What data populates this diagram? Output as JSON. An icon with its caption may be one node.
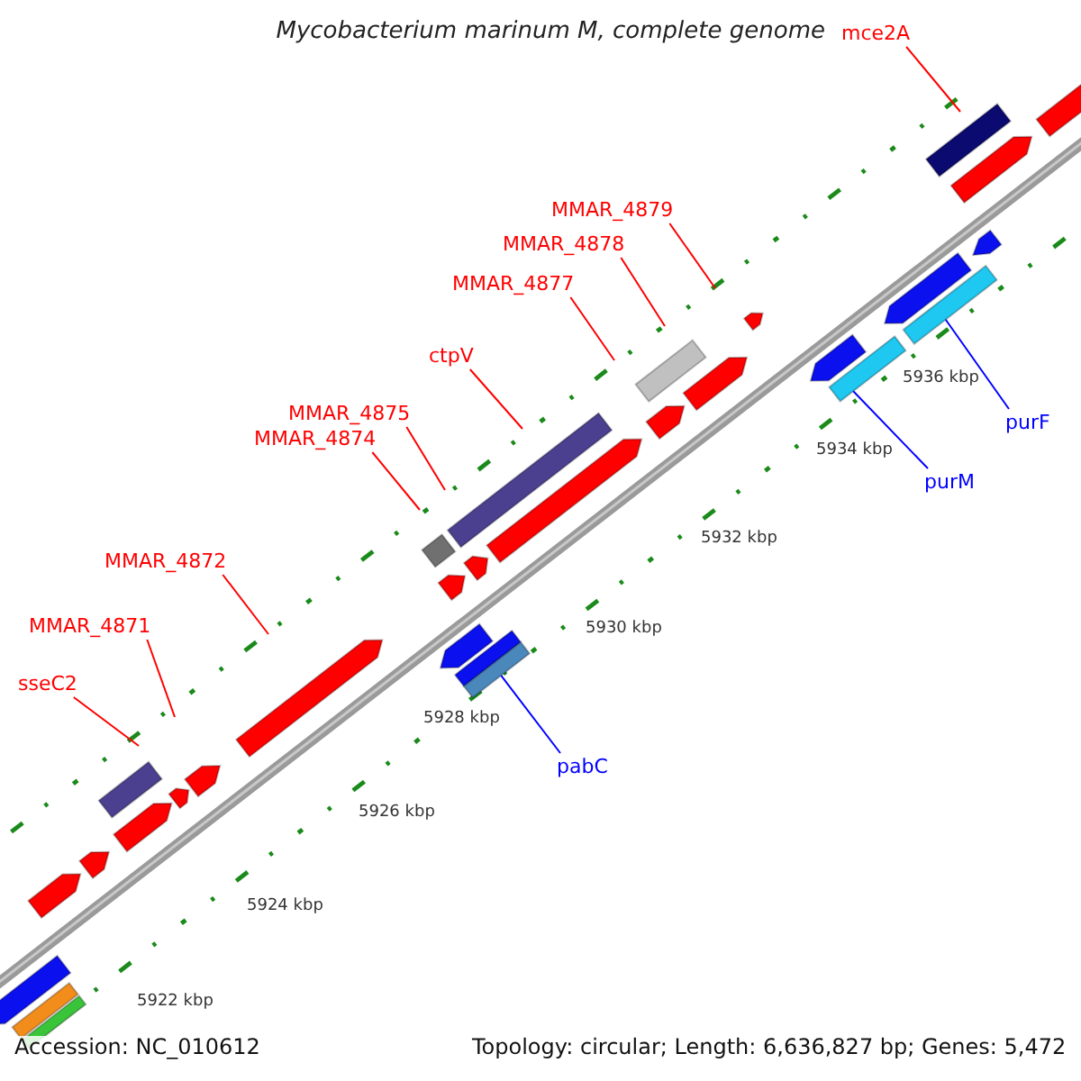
{
  "diagram": {
    "title": "Mycobacterium marinum M, complete genome",
    "nodes": [
      {
        "text": [
          "mce2A"
        ]
      },
      {
        "text": [
          "MMAR_4879"
        ]
      },
      {
        "text": [
          "MMAR_4878"
        ]
      },
      {
        "text": [
          "MMAR_4877"
        ]
      },
      {
        "text": [
          "ctpV"
        ]
      },
      {
        "text": [
          "MMAR_4875"
        ]
      },
      {
        "text": [
          "purF"
        ]
      },
      {
        "text": [
          "MMAR_4874"
        ]
      },
      {
        "text": [
          "purM"
        ]
      },
      {
        "text": [
          "MMAR_4872"
        ]
      },
      {
        "text": [
          "MMAR_4871"
        ]
      },
      {
        "text": [
          "sseC2"
        ]
      },
      {
        "text": [
          "pabC"
        ]
      },
      {
        "text": [],
        "shape": "bar"
      },
      {
        "text": [],
        "shape": "bar"
      },
      {
        "text": [],
        "shape": "bar"
      }
    ],
    "edges": [
      {
        "from": 0,
        "to": null,
        "arrow": "none"
      },
      {
        "from": 1,
        "to": null,
        "arrow": "none"
      },
      {
        "from": 2,
        "to": null,
        "arrow": "none"
      },
      {
        "from": 3,
        "to": null,
        "arrow": "none"
      },
      {
        "from": 4,
        "to": null,
        "arrow": "none"
      },
      {
        "from": 5,
        "to": null,
        "arrow": "none"
      },
      {
        "from": 6,
        "to": 15,
        "arrow": "none",
        "color": "#0000ff"
      },
      {
        "from": 7,
        "to": null,
        "arrow": "none"
      },
      {
        "from": 8,
        "to": 14,
        "arrow": "none",
        "color": "#0000ff"
      },
      {
        "from": 9,
        "to": null,
        "arrow": "none"
      },
      {
        "from": 10,
        "to": null,
        "arrow": "none"
      },
      {
        "from": 11,
        "to": null,
        "arrow": "none"
      },
      {
        "from": 12,
        "to": 13,
        "arrow": "none",
        "color": "#0000ff"
      }
    ],
    "labels": [
      "5936 kbp",
      "5934 kbp",
      "5932 kbp",
      "5930 kbp",
      "5928 kbp",
      "5926 kbp",
      "5924 kbp",
      "5922 kbp",
      "Accession: NC_010612",
      "Topology: circular; Length: 6,636,827 bp; Genes: 5,472"
    ]
  }
}
